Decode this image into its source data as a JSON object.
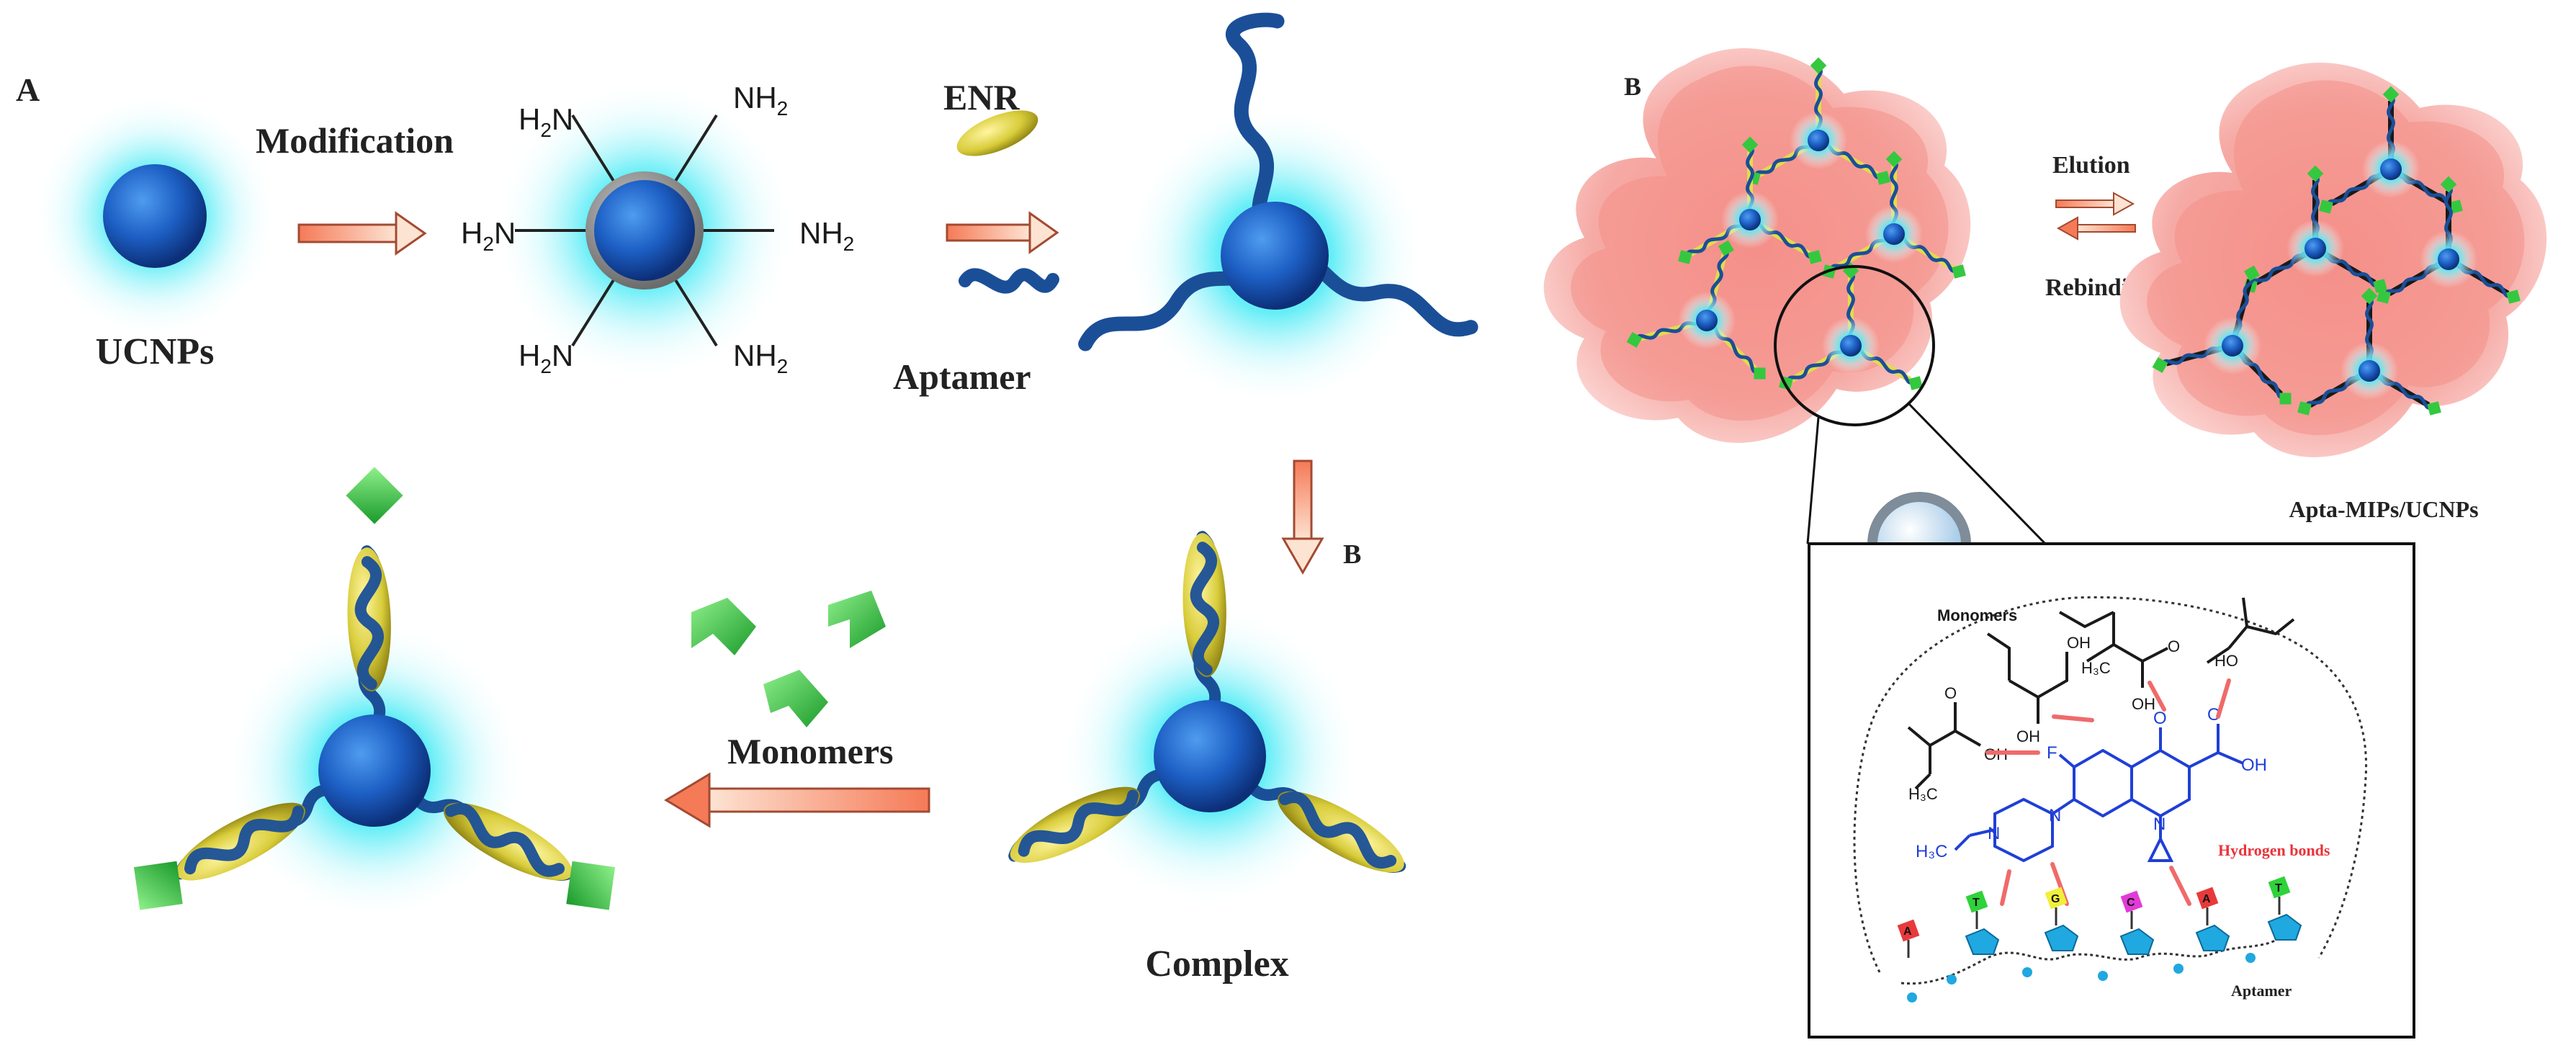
{
  "panel_a": {
    "label": "A",
    "ucnp_label": "UCNPs",
    "modification_label": "Modification",
    "amine_label": "NH",
    "amine_subscript": "2",
    "enr_label": "ENR",
    "aptamer_label": "Aptamer",
    "b_step_label": "B",
    "monomers_label": "Monomers",
    "complex_label": "Complex"
  },
  "panel_b": {
    "label": "B",
    "elution_label": "Elution",
    "rebinding_label": "Rebinding",
    "product_label": "Apta-MIPs/UCNPs",
    "inset": {
      "monomers_label": "Monomers",
      "hydrogen_bonds_label": "Hydrogen bonds",
      "aptamer_label": "Aptamer",
      "ch3": "H₃C",
      "oh": "OH",
      "ho": "HO",
      "o": "O",
      "f": "F",
      "n": "N",
      "nucleotides": [
        "A",
        "T",
        "G",
        "C",
        "A",
        "T"
      ]
    }
  },
  "colors": {
    "core_blue": "#1d5fc4",
    "glow_cyan": "#38e4f4",
    "aptamer_blue": "#1a4f98",
    "enr_yellow": "#d8cc3a",
    "monomer_green": "#2fbf3a",
    "polymer_pink": "#f4a9a4",
    "arrow_orange": "#f5a06c",
    "hbond_red": "#f06a6a",
    "hbond_text": "#e8343a",
    "enr_struct_blue": "#1f3fd6"
  }
}
